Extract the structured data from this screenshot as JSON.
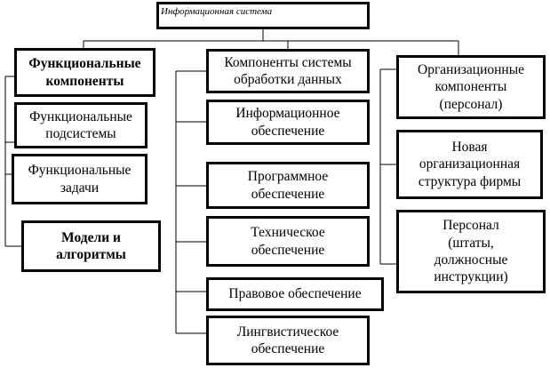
{
  "root": {
    "label": "Информационная система"
  },
  "columns": {
    "functional": {
      "header": "Функциональные\nкомпоненты",
      "items": [
        "Функциональные\nподсистемы",
        "Функциональные\nзадачи",
        "Модели и\nалгоритмы"
      ]
    },
    "processing": {
      "header": "Компоненты системы\nобработки данных",
      "items": [
        "Информационное\nобеспечение",
        "Программное\nобеспечение",
        "Техническое\nобеспечение",
        "Правовое обеспечение",
        "Лингвистическое\nобеспечение"
      ]
    },
    "organizational": {
      "header": "Организационные\nкомпоненты\n(персонал)",
      "items": [
        "Новая\nорганизационная\nструктура фирмы",
        "Персонал\n(штаты,\nдолжносные\nинструкции)"
      ]
    }
  }
}
